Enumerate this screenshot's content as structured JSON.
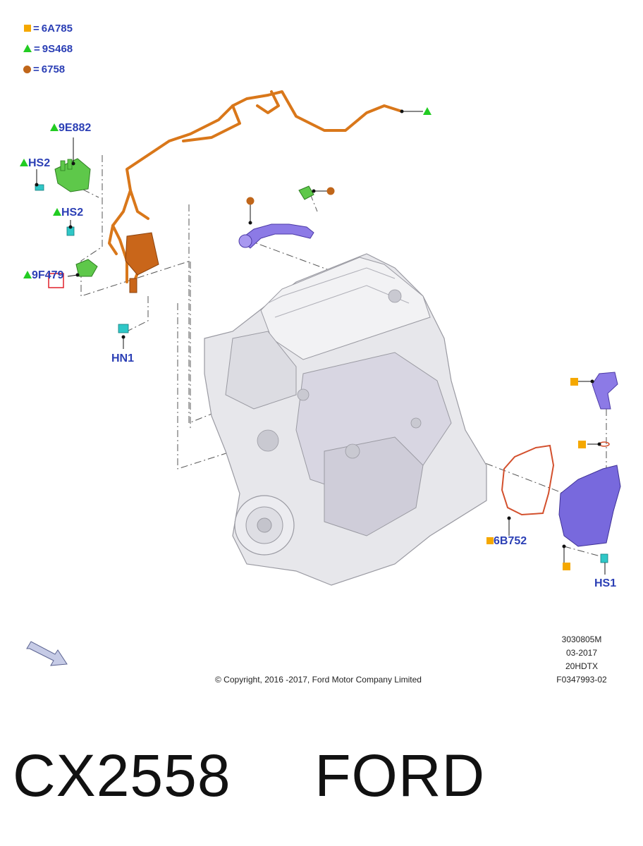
{
  "legend": [
    {
      "symbol": "square",
      "code": "6A785"
    },
    {
      "symbol": "triangle",
      "code": "9S468"
    },
    {
      "symbol": "circle",
      "code": "6758"
    }
  ],
  "callouts": {
    "c9E882": "9E882",
    "cHS2a": "HS2",
    "cHS2b": "HS2",
    "c9F479": "9F479",
    "cHN1": "HN1",
    "c6B752": "6B752",
    "cHS1": "HS1"
  },
  "meta": {
    "code": "3030805M",
    "date": "03-2017",
    "variant": "20HDTX",
    "figure": "F0347993-02"
  },
  "copyright": "© Copyright, 2016 -2017, Ford Motor Company Limited",
  "caption": {
    "part": "CX2558",
    "brand": "FORD"
  },
  "colors": {
    "label": "#2b3fb5",
    "square": "#f5a800",
    "triangle": "#22cc22",
    "circle": "#c0661a",
    "harness": "#d9771a",
    "green_part": "#5ec84a",
    "purple_part": "#8c7ae6",
    "engine": "#e6e6ea",
    "gasket": "#d3502d"
  }
}
